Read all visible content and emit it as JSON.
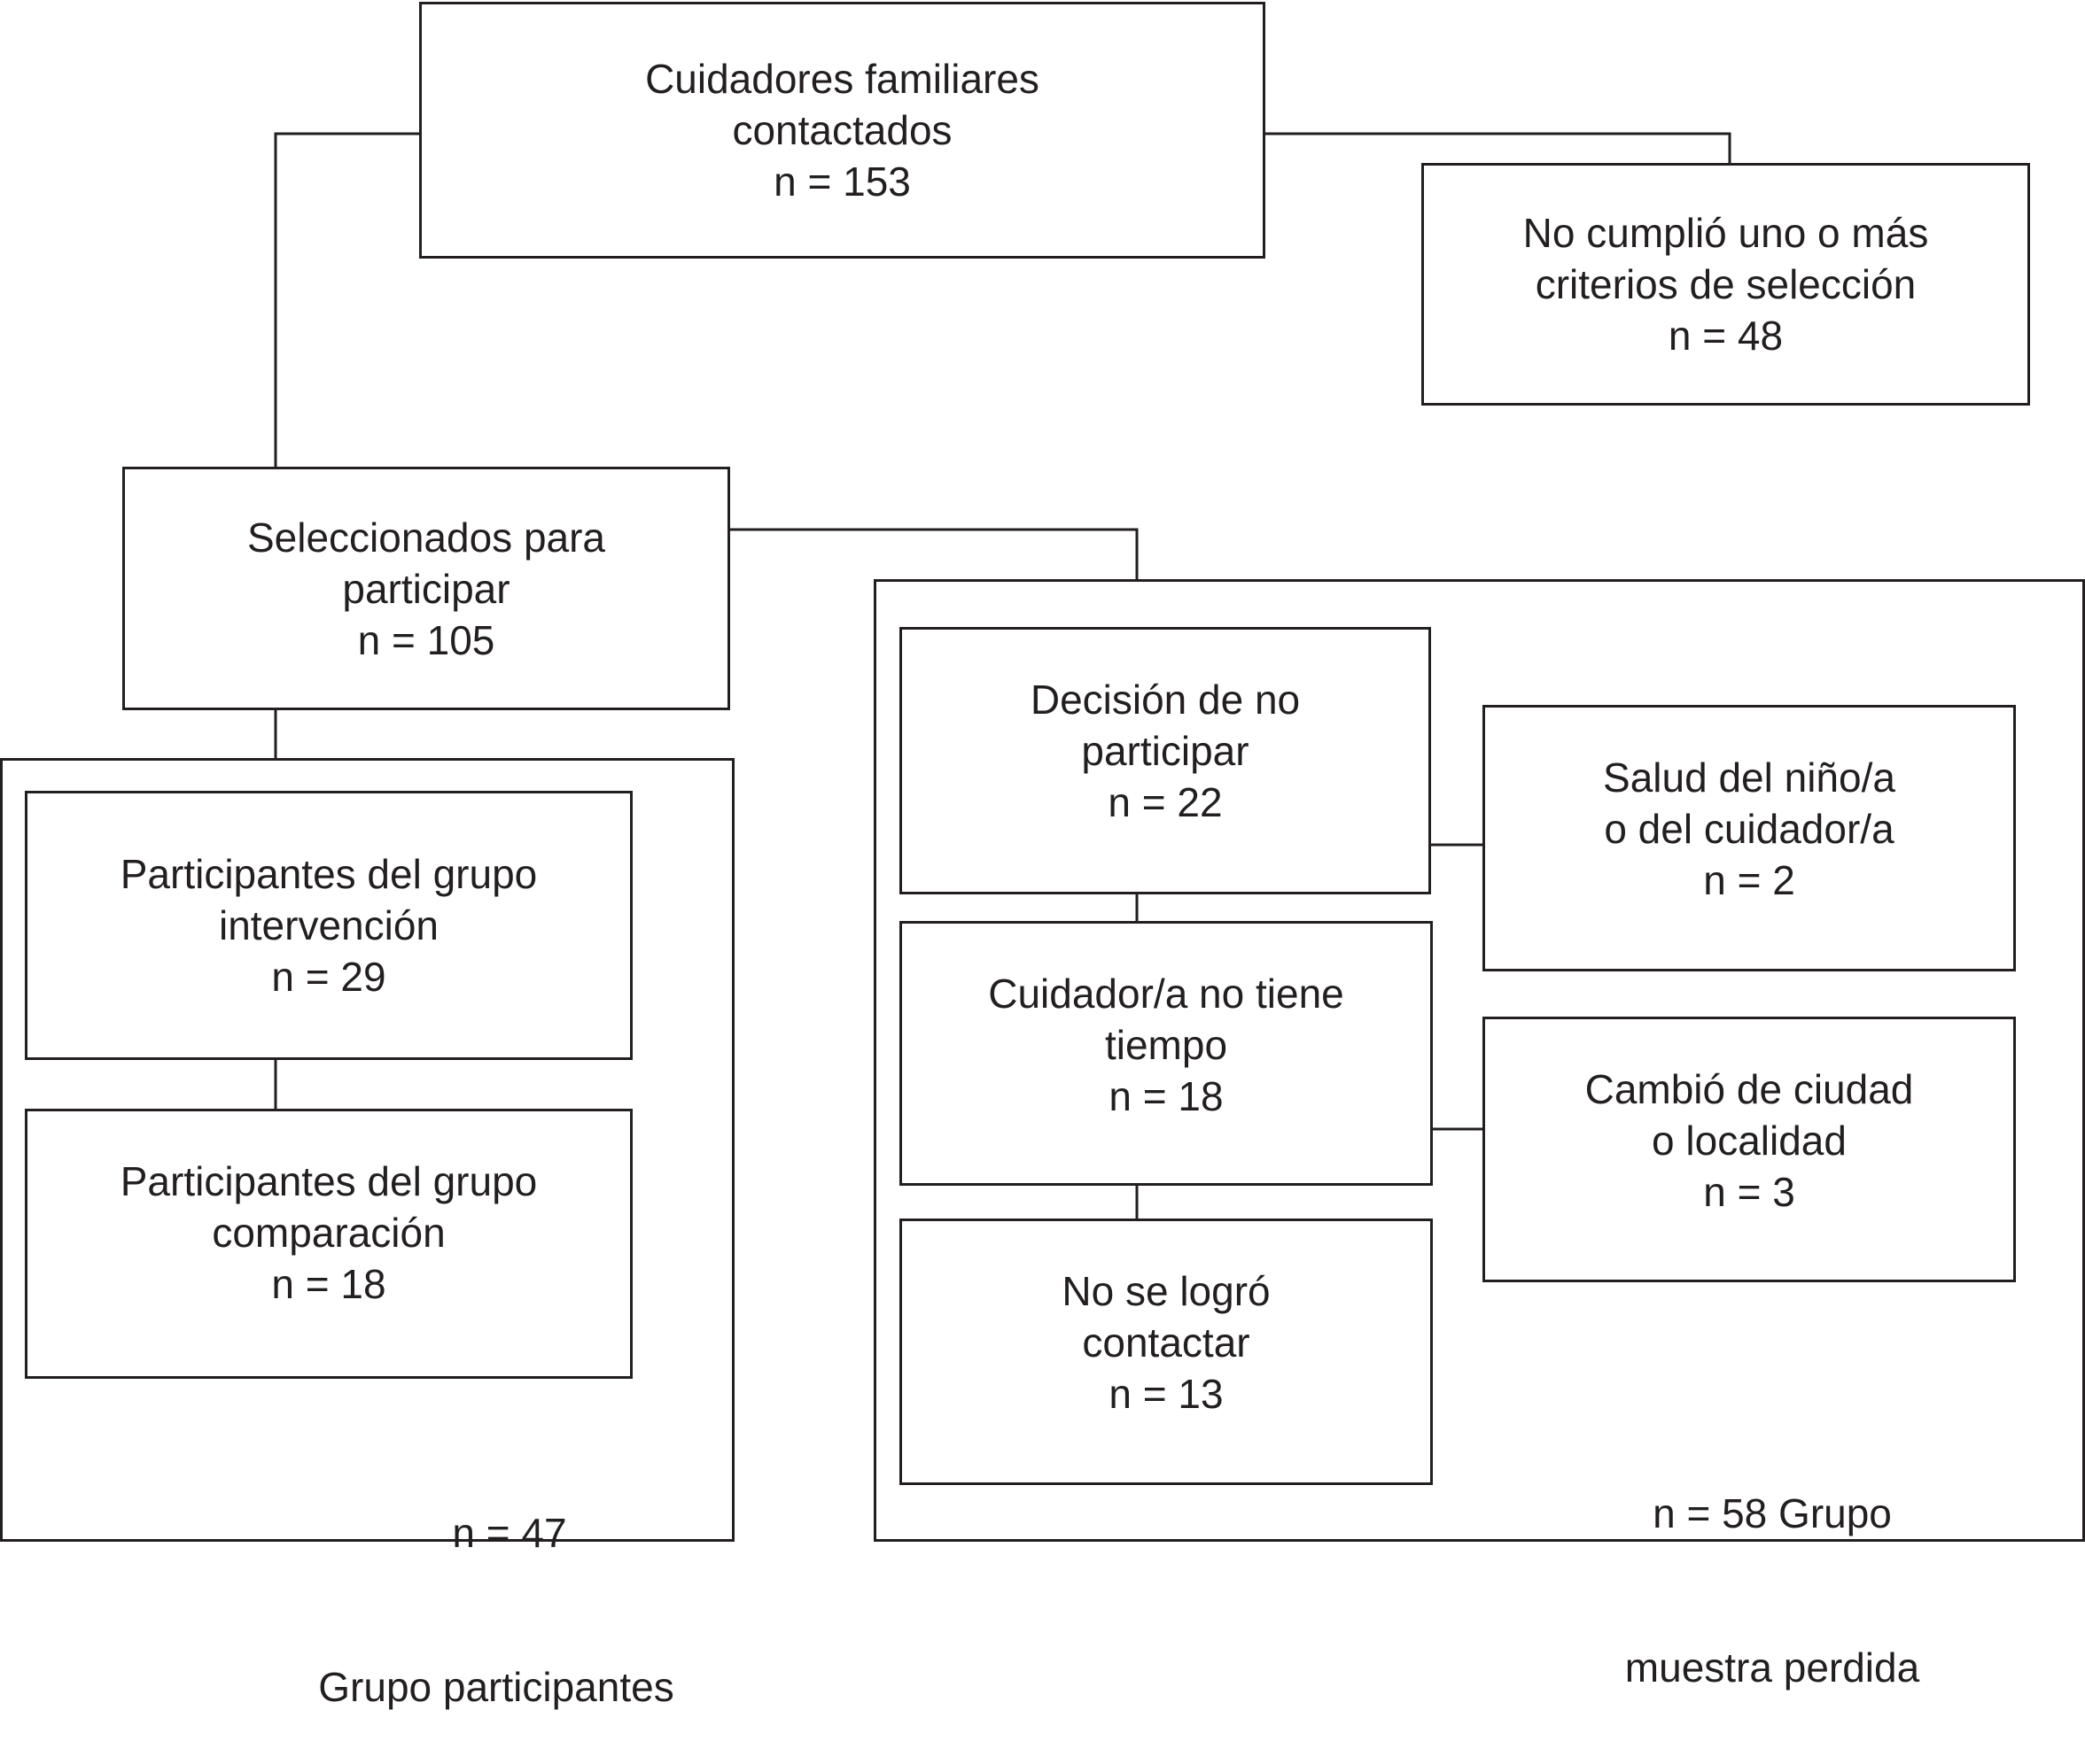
{
  "nodes": {
    "contacted": {
      "line1": "Cuidadores familiares",
      "line2": "contactados",
      "count": "n = 153"
    },
    "excluded": {
      "line1": "No cumplió uno o más",
      "line2": "criterios de selección",
      "count": "n = 48"
    },
    "selected": {
      "line1": "Seleccionados para",
      "line2": "participar",
      "count": "n = 105"
    },
    "intervention": {
      "line1": "Participantes del grupo",
      "line2": "intervención",
      "count": "n = 29"
    },
    "comparison": {
      "line1": "Participantes del grupo",
      "line2": "comparación",
      "count": "n = 18"
    },
    "declined": {
      "line1": "Decisión de no",
      "line2": "participar",
      "count": "n = 22"
    },
    "health": {
      "line1": "Salud del niño/a",
      "line2": "o del cuidador/a",
      "count": "n = 2"
    },
    "no_time": {
      "line1": "Cuidador/a no tiene",
      "line2": "tiempo",
      "count": "n = 18"
    },
    "moved": {
      "line1": "Cambió de ciudad",
      "line2": "o localidad",
      "count": "n = 3"
    },
    "not_reached": {
      "line1": "No se logró",
      "line2": "contactar",
      "count": "n = 13"
    }
  },
  "groups": {
    "participants": {
      "count": "n = 47",
      "label": "Grupo participantes"
    },
    "lost": {
      "count_label": "n = 58 Grupo",
      "label": "muestra perdida"
    }
  }
}
